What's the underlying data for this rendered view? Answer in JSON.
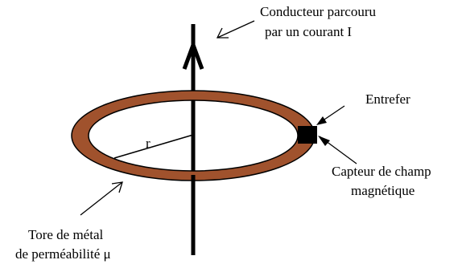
{
  "labels": {
    "conductor_line1": "Conducteur parcouru",
    "conductor_line2": "par un courant I",
    "airgap": "Entrefer",
    "sensor_line1": "Capteur de champ",
    "sensor_line2": "magnétique",
    "torus_line1": "Tore de métal",
    "torus_line2": "de perméabilité μ",
    "radius": "r"
  },
  "colors": {
    "torus": "#a0522d",
    "outline": "#000000",
    "background": "#ffffff"
  }
}
